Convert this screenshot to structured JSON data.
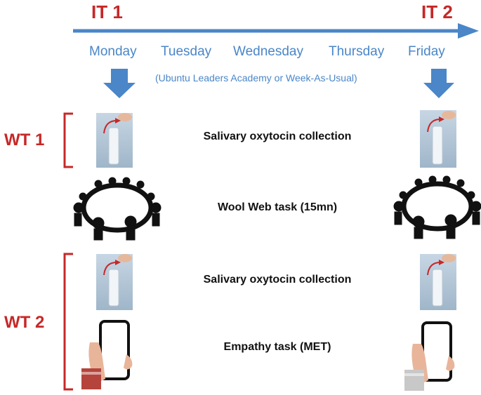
{
  "timepoints": {
    "it1": "IT 1",
    "it2": "IT 2"
  },
  "days": [
    "Monday",
    "Tuesday",
    "Wednesday",
    "Thursday",
    "Friday"
  ],
  "week_note": "(Ubuntu Leaders Academy or Week-As-Usual)",
  "sessions": {
    "wt1": "WT 1",
    "wt2": "WT 2"
  },
  "tasks": {
    "oxytocin_1": "Salivary oxytocin collection",
    "wool_web": "Wool Web task (15mn)",
    "oxytocin_2": "Salivary oxytocin collection",
    "empathy": "Empathy task (MET)"
  },
  "icons": {
    "tube": "saliva-tube-photo-icon",
    "circle": "people-circle-silhouette-icon",
    "phone": "hand-holding-phone-icon"
  },
  "colors": {
    "timeline_blue": "#4a86c8",
    "label_red": "#c62828",
    "text_dark": "#111111"
  }
}
